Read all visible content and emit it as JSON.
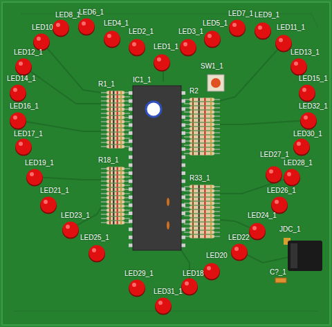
{
  "diagram": {
    "labels": [
      "LED8_1",
      "LED6_1",
      "LED4_1",
      "LED2_1",
      "LED1_1",
      "LED3_1",
      "LED5_1",
      "LED7_1",
      "LED9_1",
      "LED10",
      "LED11_1",
      "LED12_1",
      "LED13_1",
      "LED14_1",
      "LED15_1",
      "LED16_1",
      "LED32_1",
      "LED17_1",
      "LED30_1",
      "LED27_1",
      "LED19_1",
      "LED28_1",
      "LED21_1",
      "LED26_1",
      "LED23_1",
      "LED24_1",
      "LED25_1",
      "LED22",
      "LED20",
      "LED29_1",
      "LED18",
      "LED31_1",
      "SW1_1",
      "R1_1",
      "IC1_1",
      "R2",
      "R18_1",
      "R33_1",
      "JDC_1",
      "C?_1"
    ]
  }
}
